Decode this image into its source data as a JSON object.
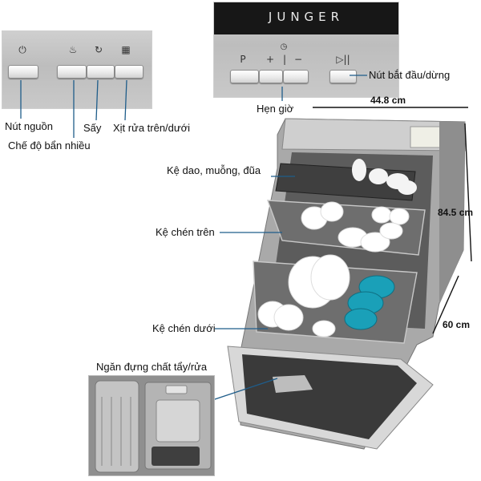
{
  "left_panel": {
    "icons": [
      "power-icon",
      "heavy-wash-icon",
      "dry-icon",
      "upper-lower-spray-icon"
    ],
    "labels": {
      "power": "Nút nguồn",
      "heavy": "Chế độ bẩn nhiều",
      "dry": "Sấy",
      "spray": "Xịt rửa trên/dưới"
    }
  },
  "right_panel": {
    "brand": "JUNGER",
    "symbols": {
      "program": "P",
      "plus": "+",
      "bar": "|",
      "minus": "−",
      "start": "▷||"
    },
    "labels": {
      "start": "Nút bắt đầu/dừng",
      "timer": "Hẹn giờ"
    }
  },
  "dishwasher": {
    "labels": {
      "cutlery": "Kệ dao, muỗng, đũa",
      "upper": "Kệ chén trên",
      "lower": "Kệ chén dưới",
      "detergent": "Ngăn đựng chất tẩy/rửa"
    },
    "dimensions": {
      "width": "44.8 cm",
      "height": "84.5 cm",
      "depth": "60 cm"
    }
  },
  "colors": {
    "leader_line": "#1f5d8a",
    "stainless": "#bdbdbd",
    "door_dark": "#3a3a3a",
    "bowl_teal": "#1aa0b8"
  }
}
